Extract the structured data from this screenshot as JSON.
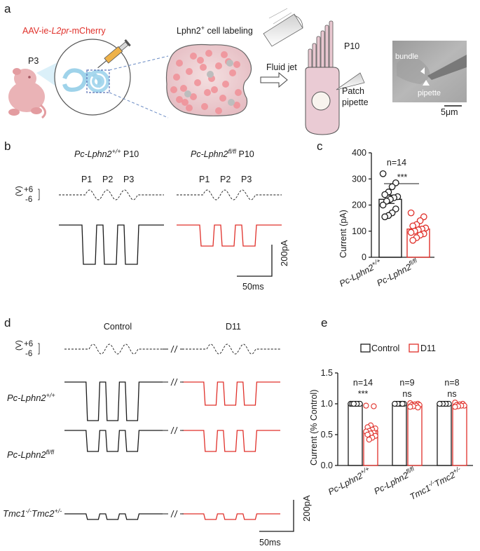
{
  "panels": {
    "a": {
      "letter": "a",
      "virus": "AAV-ie-L2pr-mCherry",
      "virus_parts": [
        "AAV-ie-",
        "L2pr",
        "-mCherry"
      ],
      "age": "P3",
      "labeling": "Lphn2+ cell labeling",
      "labeling_parts": [
        "Lphn2",
        "+",
        " cell labeling"
      ],
      "fluid_jet": "Fluid jet",
      "p10": "P10",
      "patch": "Patch",
      "pipette": "pipette",
      "micro_bundle": "bundle",
      "micro_pipette": "pipette",
      "scalebar": "5μm"
    },
    "b": {
      "letter": "b",
      "wt_label": [
        "Pc-Lphn2",
        "+/+",
        " P10"
      ],
      "ko_label": [
        "Pc-Lphn2",
        "fl/fl",
        " P10"
      ],
      "pulses": [
        "P1",
        "P2",
        "P3"
      ],
      "stim_unit": "(V)",
      "stim_pos": "+6",
      "stim_neg": "-6",
      "scale_current": "200pA",
      "scale_time": "50ms"
    },
    "c": {
      "letter": "c",
      "n_label": "n=14",
      "sig": "***"
    },
    "d": {
      "letter": "d",
      "col_control": "Control",
      "col_d11": "D11",
      "stim_unit": "(V)",
      "stim_pos": "+6",
      "stim_neg": "-6",
      "rows": [
        {
          "parts": [
            "Pc-Lphn2",
            "+/+",
            ""
          ]
        },
        {
          "parts": [
            "Pc-Lphn2",
            "fl/fl",
            ""
          ]
        },
        {
          "parts": [
            "Tmc1",
            "-/-",
            "Tmc2",
            "+/-",
            ""
          ]
        }
      ],
      "scale_current": "200pA",
      "scale_time": "50ms"
    },
    "e": {
      "letter": "e",
      "annotations": [
        {
          "n": "n=14",
          "sig": "***"
        },
        {
          "n": "n=9",
          "sig": "ns"
        },
        {
          "n": "n=8",
          "sig": "ns"
        }
      ]
    }
  },
  "chart_data": [
    {
      "panel": "c",
      "type": "bar",
      "ylabel": "Current (pA)",
      "ylim": [
        0,
        400
      ],
      "yticks": [
        0,
        100,
        200,
        300,
        400
      ],
      "categories": [
        "Pc-Lphn2+/+",
        "Pc-Lphn2fl/fl"
      ],
      "category_parts": [
        [
          "Pc-Lphn2",
          "+/+"
        ],
        [
          "Pc-Lphn2",
          "fl/fl"
        ]
      ],
      "values": [
        222,
        108
      ],
      "errors": [
        16,
        8
      ],
      "colors": [
        "#1a1a1a",
        "#e0302a"
      ],
      "points": [
        [
          320,
          285,
          270,
          250,
          240,
          232,
          228,
          222,
          215,
          200,
          185,
          170,
          160,
          155
        ],
        [
          170,
          155,
          140,
          125,
          120,
          112,
          108,
          105,
          100,
          95,
          90,
          85,
          75,
          65
        ]
      ]
    },
    {
      "panel": "e",
      "type": "bar",
      "ylabel": "Current (% Control)",
      "ylim": [
        0,
        1.5
      ],
      "yticks": [
        "0.0",
        "0.5",
        "1.0",
        "1.5"
      ],
      "categories": [
        "Pc-Lphn2+/+",
        "Pc-Lphn2fl/fl",
        "Tmc1-/-Tmc2+/-"
      ],
      "category_parts": [
        [
          "Pc-Lphn2",
          "+/+"
        ],
        [
          "Pc-Lphn2",
          "fl/fl"
        ],
        [
          "Tmc1",
          "-/-",
          "Tmc2",
          "+/-"
        ]
      ],
      "legend": [
        "Control",
        "D11"
      ],
      "legend_position": "top",
      "series": [
        {
          "name": "Control",
          "color": "#1a1a1a",
          "values": [
            1.0,
            1.0,
            1.0
          ]
        },
        {
          "name": "D11",
          "color": "#e0302a",
          "values": [
            0.56,
            0.98,
            0.98
          ]
        }
      ],
      "points_d11": [
        [
          0.97,
          0.96,
          0.65,
          0.62,
          0.6,
          0.58,
          0.56,
          0.55,
          0.53,
          0.52,
          0.5,
          0.48,
          0.45,
          0.42
        ],
        [
          1.01,
          1.0,
          0.99,
          0.98,
          0.98,
          0.97,
          0.96,
          0.95,
          0.94
        ],
        [
          1.02,
          1.0,
          0.99,
          0.98,
          0.97,
          0.97,
          0.96,
          0.95
        ]
      ]
    }
  ]
}
